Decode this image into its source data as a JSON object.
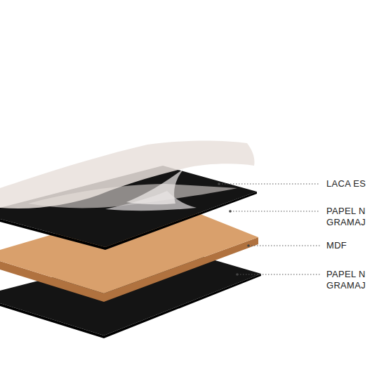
{
  "diagram": {
    "labels": [
      "LACA ES",
      "PAPEL N GRAMAJ",
      "MDF",
      "PAPEL N GRAMAJ"
    ]
  }
}
